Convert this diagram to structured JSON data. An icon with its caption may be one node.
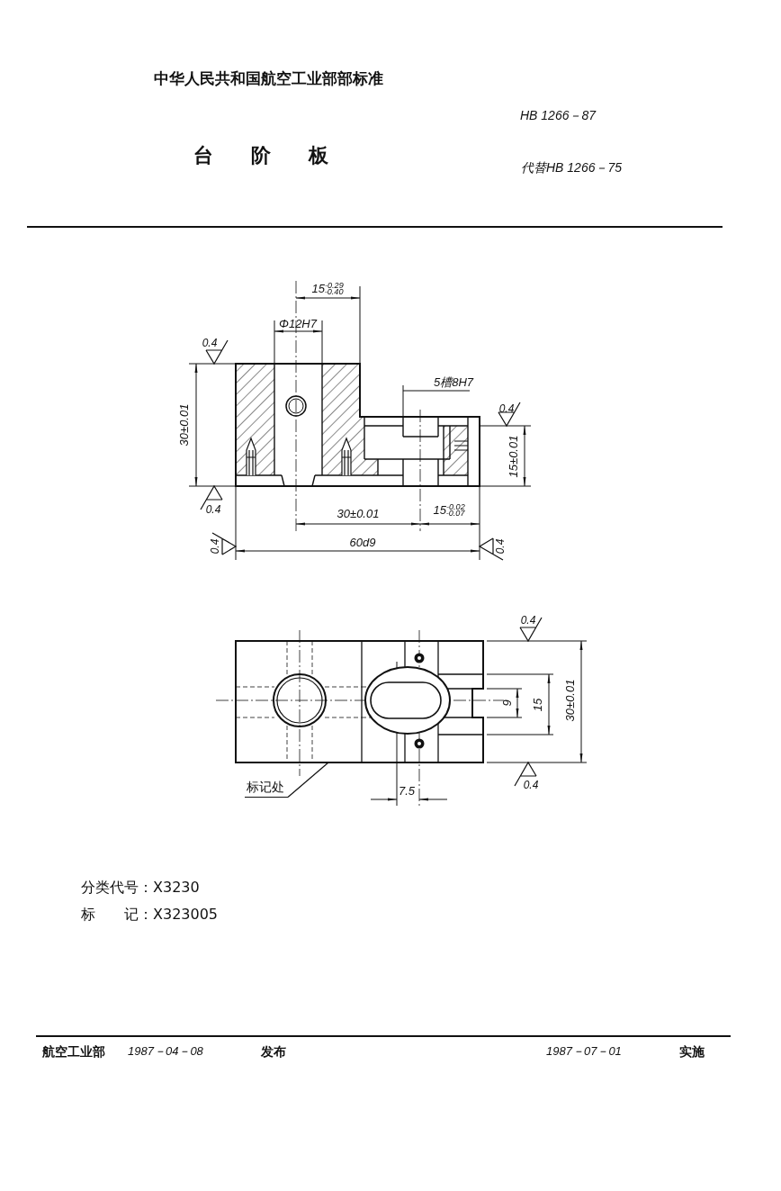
{
  "diagram": {
    "title": "台阶板",
    "nodes": [
      {
        "text": [
          "标记处"
        ]
      },
      {
        "text": [],
        "shape": "picture"
      }
    ],
    "edges": [
      {
        "from": 0,
        "to": 1,
        "arrow": "none"
      }
    ],
    "labels": [
      "中华人民共和国航空工业部部标准",
      "HB 1266－87",
      "代替HB 1266－75",
      "15$^{-0.29}$$_{-0.40}$",
      "Φ12H7",
      "0.4",
      "30±0.01",
      "5槽8H7",
      "0.4",
      "15±0.01",
      "0.4",
      "30±0.01",
      "15$^{-0.02}$$_{-0.07}$",
      "0.4",
      "60d9",
      "0.4",
      "0.4",
      "9",
      "15",
      "30±0.01",
      "0.4",
      "7.5",
      "分类代号：X3230",
      "标　　记：X323005",
      "航空工业部",
      "1987－04－08",
      "发布",
      "1987－07－01",
      "实施"
    ]
  }
}
